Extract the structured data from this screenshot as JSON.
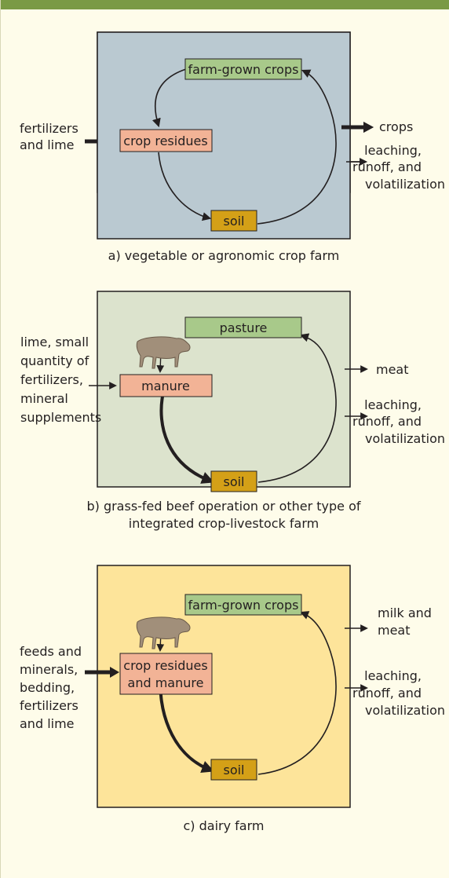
{
  "colors": {
    "top_bar": "#7a9a45",
    "panel_a_bg": "#bac9d1",
    "panel_b_bg": "#dce3cd",
    "panel_c_bg": "#fde49a",
    "crops_box": "#a8c98a",
    "residues_box": "#f2b396",
    "soil_box": "#d4a017"
  },
  "panel_a": {
    "caption": "a) vegetable or agronomic crop farm",
    "top_node": "farm-grown crops",
    "left_node": "crop residues",
    "soil_node": "soil",
    "inputs": [
      "fertilizers",
      "and lime"
    ],
    "output_1": "crops",
    "output_2": [
      "leaching,",
      "runoff, and",
      "volatilization"
    ]
  },
  "panel_b": {
    "caption": [
      "b) grass-fed beef operation or other type of",
      "integrated crop-livestock farm"
    ],
    "top_node": "pasture",
    "left_node": "manure",
    "soil_node": "soil",
    "cow_icon": "cow-icon",
    "inputs": [
      "lime, small",
      "quantity of",
      "fertilizers,",
      "mineral",
      "supplements"
    ],
    "output_1": "meat",
    "output_2": [
      "leaching,",
      "runoff, and",
      "volatilization"
    ]
  },
  "panel_c": {
    "caption": "c) dairy farm",
    "top_node": "farm-grown crops",
    "left_node": [
      "crop residues",
      "and manure"
    ],
    "soil_node": "soil",
    "cow_icon": "cow-icon",
    "inputs": [
      "feeds and",
      "minerals,",
      "bedding,",
      "fertilizers",
      "and lime"
    ],
    "output_1": [
      "milk and",
      "meat"
    ],
    "output_2": [
      "leaching,",
      "runoff, and",
      "volatilization"
    ]
  }
}
